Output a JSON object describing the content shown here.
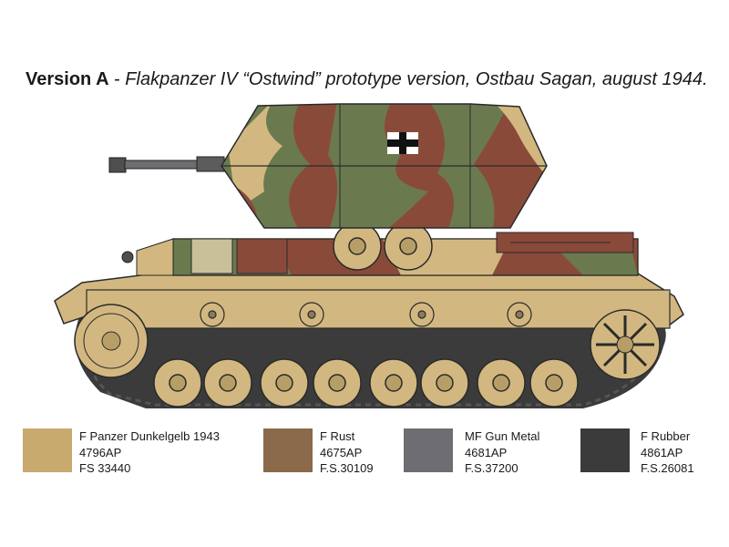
{
  "title": {
    "version": "Version A",
    "separator": " - ",
    "description": "Flakpanzer IV “Ostwind” prototype version, Ostbau Sagan, august 1944."
  },
  "colors": [
    {
      "name": "F Panzer Dunkelgelb 1943",
      "code": "4796AP",
      "fs": "FS 33440",
      "hex": "#c8aa6e"
    },
    {
      "name": "F Rust",
      "code": "4675AP",
      "fs": "F.S.30109",
      "hex": "#8b6a4c"
    },
    {
      "name": "MF Gun Metal",
      "code": "4681AP",
      "fs": "F.S.37200",
      "hex": "#6e6e72"
    },
    {
      "name": "F Rubber",
      "code": "4861AP",
      "fs": "F.S.26081",
      "hex": "#3b3b3b"
    }
  ],
  "illustration": {
    "subject": "flakpanzer-ostwind-side-profile",
    "camo_colors": {
      "base": "#d2b880",
      "green": "#6a7a4e",
      "brown": "#8a4a3a",
      "outline": "#2a2a2a"
    }
  }
}
